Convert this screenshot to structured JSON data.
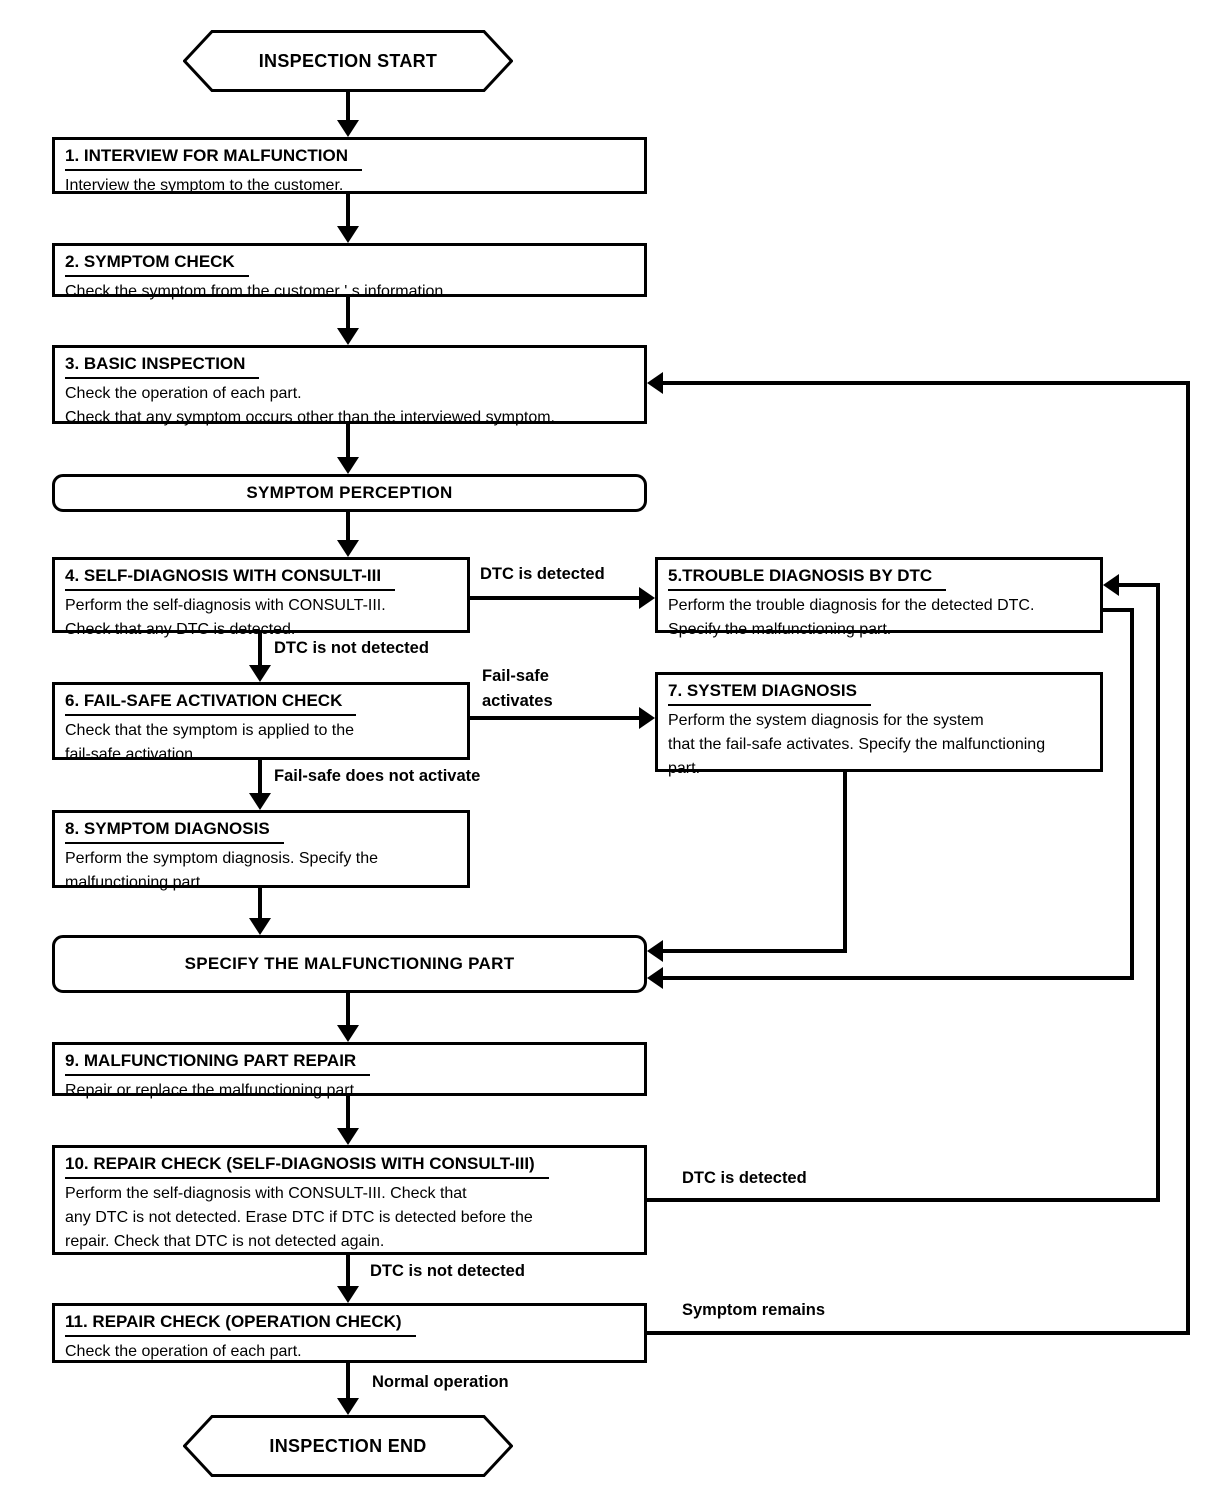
{
  "terminals": {
    "start": "INSPECTION START",
    "end": "INSPECTION END"
  },
  "milestones": {
    "symptom_perception": "SYMPTOM PERCEPTION",
    "specify_part": "SPECIFY THE MALFUNCTIONING PART"
  },
  "steps": {
    "s1": {
      "title": "1. INTERVIEW FOR MALFUNCTION",
      "lines": [
        "Interview the symptom to the customer."
      ]
    },
    "s2": {
      "title": "2. SYMPTOM CHECK",
      "lines": [
        "Check the symptom from the customer ' s information."
      ]
    },
    "s3": {
      "title": "3. BASIC INSPECTION",
      "lines": [
        "Check the operation of each part.",
        "Check that any symptom occurs other than the interviewed symptom."
      ]
    },
    "s4": {
      "title": "4. SELF-DIAGNOSIS WITH CONSULT-III",
      "lines": [
        "Perform the self-diagnosis with CONSULT-III.",
        "Check that any DTC is detected."
      ]
    },
    "s5": {
      "title": "5.TROUBLE DIAGNOSIS BY DTC",
      "lines": [
        "Perform the trouble diagnosis for the detected DTC.",
        "Specify the malfunctioning part."
      ]
    },
    "s6": {
      "title": "6. FAIL-SAFE ACTIVATION CHECK",
      "lines": [
        "Check that the symptom is applied to the",
        "fail-safe activation."
      ]
    },
    "s7": {
      "title": "7. SYSTEM DIAGNOSIS",
      "lines": [
        "Perform the system diagnosis for the system",
        "that the fail-safe activates. Specify the malfunctioning",
        "part."
      ]
    },
    "s8": {
      "title": "8. SYMPTOM DIAGNOSIS",
      "lines": [
        "Perform the symptom diagnosis. Specify the",
        "malfunctioning part."
      ]
    },
    "s9": {
      "title": "9. MALFUNCTIONING PART REPAIR",
      "lines": [
        "Repair or replace the malfunctioning part."
      ]
    },
    "s10": {
      "title": "10. REPAIR CHECK (SELF-DIAGNOSIS WITH CONSULT-III)",
      "lines": [
        "Perform the self-diagnosis with CONSULT-III. Check that",
        "any DTC is not detected. Erase DTC if DTC is detected before the",
        "repair. Check that DTC is not detected again."
      ]
    },
    "s11": {
      "title": "11. REPAIR CHECK (OPERATION CHECK)",
      "lines": [
        "Check the operation of each part."
      ]
    }
  },
  "edge_labels": {
    "dtc_detected_top": "DTC is detected",
    "dtc_not_detected_top": "DTC is not detected",
    "fail_safe_activates_1": "Fail-safe",
    "fail_safe_activates_2": "activates",
    "fail_safe_not_activate": "Fail-safe does not activate",
    "dtc_detected_bottom": "DTC is detected",
    "dtc_not_detected_bottom": "DTC is not detected",
    "symptom_remains": "Symptom remains",
    "normal_operation": "Normal operation"
  },
  "colors": {
    "line": "#000000",
    "background": "#ffffff"
  }
}
